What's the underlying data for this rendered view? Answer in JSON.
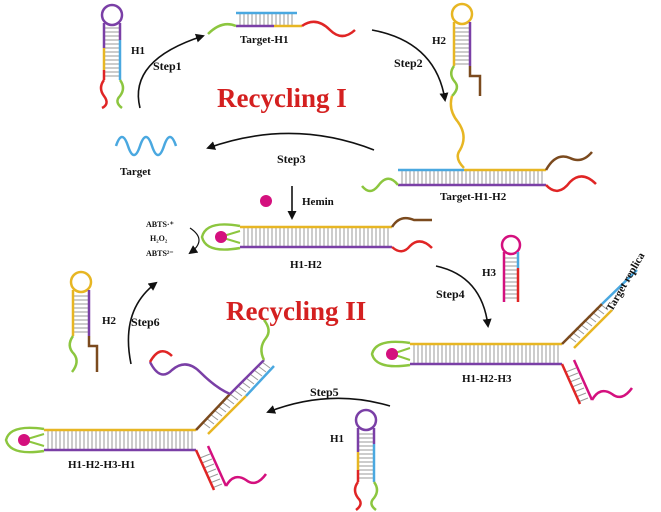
{
  "colors": {
    "blue": "#4aa8e0",
    "purple": "#7a3fa6",
    "gold": "#e7b623",
    "red": "#e02525",
    "green": "#8cc63f",
    "brown": "#7b4a1e",
    "magenta": "#d4107e",
    "rung": "#9a9a9a",
    "arrow": "#111111",
    "title": "#d42020"
  },
  "titles": {
    "recycling_1": "Recycling I",
    "recycling_2": "Recycling II"
  },
  "steps": {
    "step1": "Step1",
    "step2": "Step2",
    "step3": "Step3",
    "step4": "Step4",
    "step5": "Step5",
    "step6": "Step6"
  },
  "labels": {
    "h1_top": "H1",
    "target_h1": "Target-H1",
    "h2_top": "H2",
    "target": "Target",
    "target_h1_h2": "Target-H1-H2",
    "hemin": "Hemin",
    "h1_h2": "H1-H2",
    "h3": "H3",
    "target_replica": "Target replica",
    "h2_left": "H2",
    "h1_h2_h3": "H1-H2-H3",
    "h1_bottom": "H1",
    "h1_h2_h3_h1": "H1-H2-H3-H1"
  },
  "reaction": {
    "line1": "ABTS·⁺",
    "line2": "H₂O₂",
    "line3": "ABTS²⁻"
  }
}
